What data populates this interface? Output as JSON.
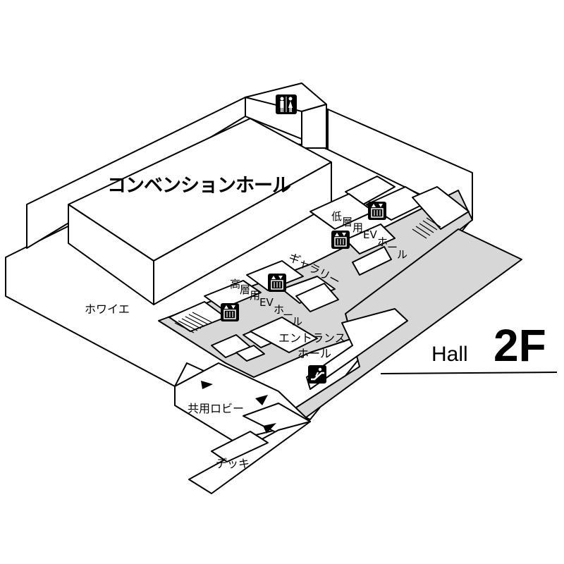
{
  "floor": {
    "hall_label": "Hall",
    "floor_label": "2F"
  },
  "areas": {
    "convention_hall": "コンベンションホール",
    "foyer": "ホワイエ",
    "low_ev_hall_1": "低",
    "low_ev_hall_2": "層",
    "low_ev_hall_3": "用",
    "low_ev_hall_4": "EV",
    "low_ev_hall_5": "ホ",
    "low_ev_hall_6": "ー",
    "low_ev_hall_7": "ル",
    "gallery": "ギャラリー",
    "high_ev_hall_1": "高",
    "high_ev_hall_2": "層",
    "high_ev_hall_3": "用",
    "high_ev_hall_4": "EV",
    "high_ev_hall_5": "ホ",
    "high_ev_hall_6": "ー",
    "high_ev_hall_7": "ル",
    "entrance_hall_line1": "エントランス",
    "entrance_hall_line2": "ホール",
    "shared_lobby": "共用ロビー",
    "deck": "デッキ"
  },
  "icons": {
    "restroom": "restroom-icon",
    "elevator": "elevator-icon",
    "escalator": "escalator-icon",
    "direction": "arrow-icon"
  },
  "colors": {
    "floor_fill": "#d7d7d7",
    "ink": "#000000",
    "background": "#ffffff"
  }
}
